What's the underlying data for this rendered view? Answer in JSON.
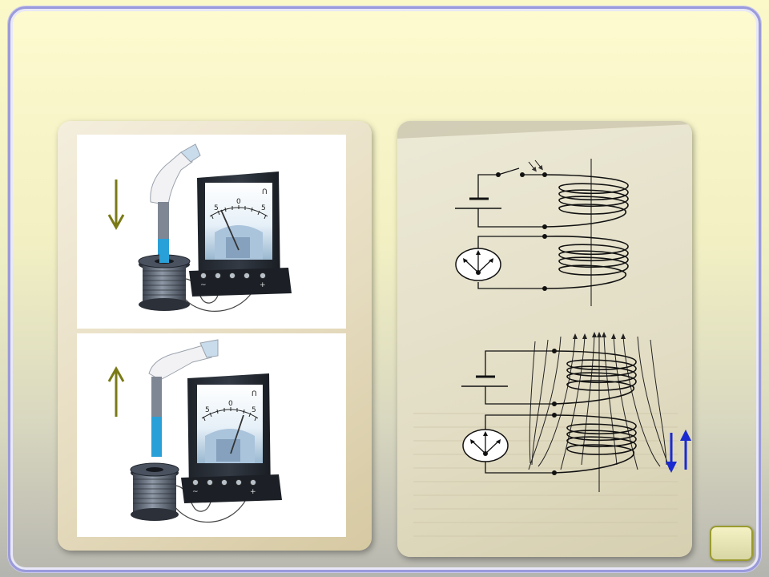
{
  "meter_top": {
    "scale_left": "5",
    "scale_center": "0",
    "scale_right": "5",
    "terminal_ac": "~",
    "terminal_plus": "+"
  },
  "meter_bottom": {
    "scale_left": "5",
    "scale_center": "0",
    "scale_right": "5",
    "terminal_ac": "~",
    "terminal_plus": "+"
  },
  "arrows": {
    "top": "down-arrow-icon",
    "bottom": "up-arrow-icon",
    "right_pair": "up-down-arrows-icon"
  },
  "colors": {
    "arrow_olive": "#7a7a16",
    "arrow_blue": "#1a2ad0",
    "magnet_blue": "#2aa0d8",
    "coil": "#555f6c",
    "frame": "#9a9adc"
  }
}
